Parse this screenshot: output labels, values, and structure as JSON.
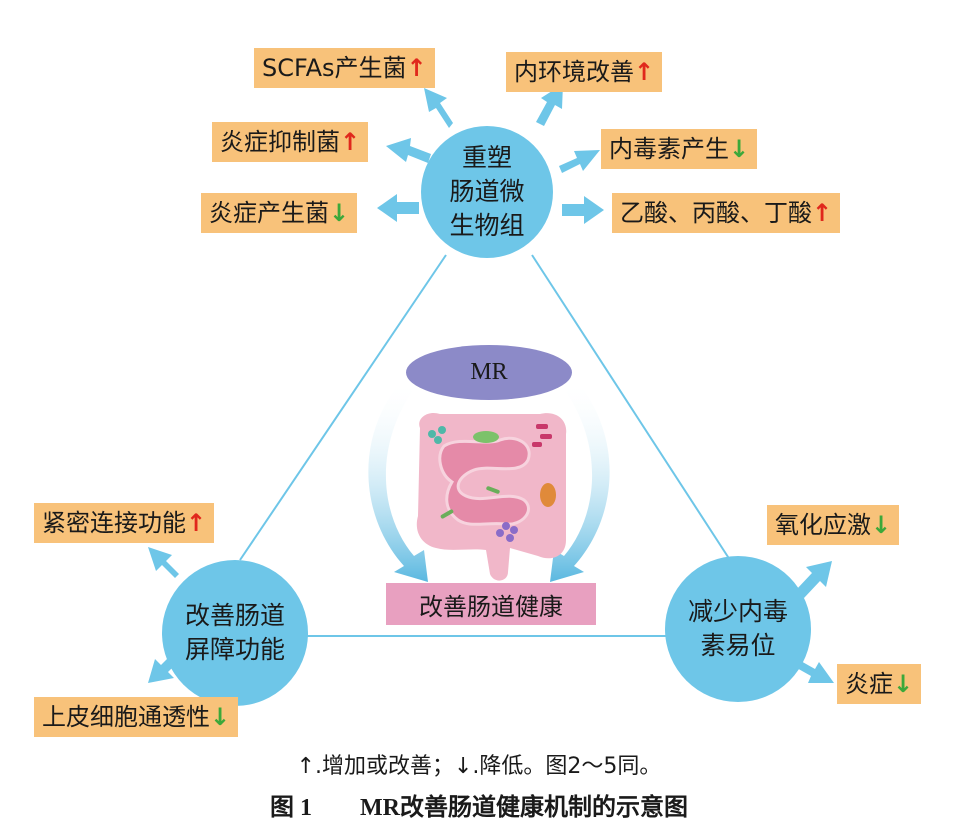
{
  "nodes": {
    "top": "重塑\n肠道微\n生物组",
    "left": "改善肠道\n屏障功能",
    "right": "减少内毒\n素易位"
  },
  "top_effects": [
    {
      "text": "SCFAs产生菌",
      "arrow": "↑",
      "dir": "up"
    },
    {
      "text": "内环境改善",
      "arrow": "↑",
      "dir": "up"
    },
    {
      "text": "炎症抑制菌",
      "arrow": "↑",
      "dir": "up"
    },
    {
      "text": "内毒素产生",
      "arrow": "↓",
      "dir": "down"
    },
    {
      "text": "炎症产生菌",
      "arrow": "↓",
      "dir": "down"
    },
    {
      "text": "乙酸、丙酸、丁酸",
      "arrow": "↑",
      "dir": "up"
    }
  ],
  "left_effects": [
    {
      "text": "紧密连接功能",
      "arrow": "↑",
      "dir": "up"
    },
    {
      "text": "上皮细胞通透性",
      "arrow": "↓",
      "dir": "down"
    }
  ],
  "right_effects": [
    {
      "text": "氧化应激",
      "arrow": "↓",
      "dir": "down"
    },
    {
      "text": "炎症",
      "arrow": "↓",
      "dir": "down"
    }
  ],
  "center": {
    "mr": "MR",
    "label": "改善肠道健康"
  },
  "legend": "↑.增加或改善；↓.降低。图2～5同。",
  "caption": {
    "number": "图 1",
    "title": "MR改善肠道健康机制的示意图"
  },
  "colors": {
    "node": "#6ec6e8",
    "effect_box": "#f8c27a",
    "up_arrow": "#e0281c",
    "down_arrow": "#3ca83a",
    "mr_ellipse": "#8c8ac8",
    "center_label": "#e8a0c0",
    "connector": "#5ab8e0"
  }
}
